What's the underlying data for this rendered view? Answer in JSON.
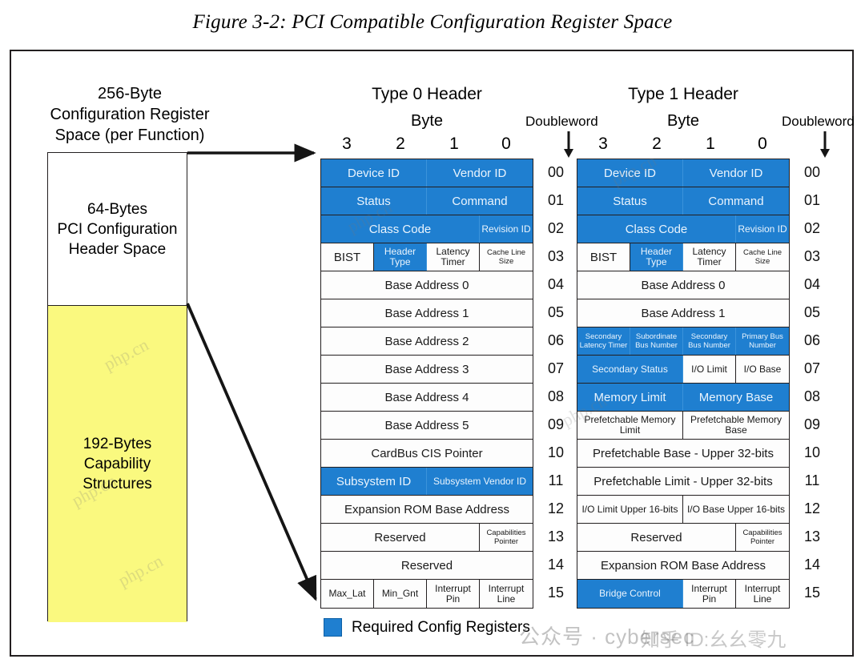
{
  "figure": {
    "title": "Figure 3-2: PCI Compatible Configuration Register Space"
  },
  "left_panel": {
    "caption": "256-Byte\nConfiguration Register\nSpace (per Function)",
    "caption_lines": [
      "256-Byte",
      "Configuration Register",
      "Space (per Function)"
    ],
    "top_region": {
      "lines": [
        "64-Bytes",
        "PCI Configuration",
        "Header Space"
      ],
      "color": "#ffffff"
    },
    "bottom_region": {
      "lines": [
        "192-Bytes",
        "Capability",
        "Structures"
      ],
      "color": "#faf97f"
    }
  },
  "legend": {
    "label": "Required Config Registers",
    "swatch_color": "#1f7fd0"
  },
  "watermarks": {
    "bottom_1": "公众号 · cybersec",
    "bottom_2": "知乎 ID:幺幺零九"
  },
  "colors": {
    "required_blue": "#1f7fd0",
    "required_text": "#eaf4fd",
    "yellow": "#faf97f",
    "border": "#231f20"
  },
  "tables": [
    {
      "title": "Type 0 Header",
      "byte_label": "Byte",
      "doubleword_label": "Doubleword",
      "byte_numbers": [
        "3",
        "2",
        "1",
        "0"
      ],
      "rows": [
        {
          "index": "00",
          "cells": [
            {
              "label": "Device ID",
              "w": 50,
              "required": true
            },
            {
              "label": "Vendor ID",
              "w": 50,
              "required": true
            }
          ]
        },
        {
          "index": "01",
          "cells": [
            {
              "label": "Status",
              "w": 50,
              "required": true
            },
            {
              "label": "Command",
              "w": 50,
              "required": true
            }
          ]
        },
        {
          "index": "02",
          "cells": [
            {
              "label": "Class Code",
              "w": 75,
              "required": true
            },
            {
              "label": "Revision ID",
              "w": 25,
              "required": true,
              "size": "sm"
            }
          ]
        },
        {
          "index": "03",
          "cells": [
            {
              "label": "BIST",
              "w": 25,
              "required": false
            },
            {
              "label": "Header Type",
              "w": 25,
              "required": true,
              "size": "sm"
            },
            {
              "label": "Latency Timer",
              "w": 25,
              "required": false,
              "size": "sm"
            },
            {
              "label": "Cache Line Size",
              "w": 25,
              "required": false,
              "size": "xs"
            }
          ]
        },
        {
          "index": "04",
          "cells": [
            {
              "label": "Base Address 0",
              "w": 100,
              "required": false
            }
          ]
        },
        {
          "index": "05",
          "cells": [
            {
              "label": "Base Address 1",
              "w": 100,
              "required": false
            }
          ]
        },
        {
          "index": "06",
          "cells": [
            {
              "label": "Base Address 2",
              "w": 100,
              "required": false
            }
          ]
        },
        {
          "index": "07",
          "cells": [
            {
              "label": "Base Address 3",
              "w": 100,
              "required": false
            }
          ]
        },
        {
          "index": "08",
          "cells": [
            {
              "label": "Base Address 4",
              "w": 100,
              "required": false
            }
          ]
        },
        {
          "index": "09",
          "cells": [
            {
              "label": "Base Address 5",
              "w": 100,
              "required": false
            }
          ]
        },
        {
          "index": "10",
          "cells": [
            {
              "label": "CardBus CIS Pointer",
              "w": 100,
              "required": false
            }
          ]
        },
        {
          "index": "11",
          "cells": [
            {
              "label": "Subsystem ID",
              "w": 50,
              "required": true
            },
            {
              "label": "Subsystem Vendor ID",
              "w": 50,
              "required": true,
              "size": "sm"
            }
          ]
        },
        {
          "index": "12",
          "cells": [
            {
              "label": "Expansion ROM Base Address",
              "w": 100,
              "required": false
            }
          ]
        },
        {
          "index": "13",
          "cells": [
            {
              "label": "Reserved",
              "w": 75,
              "required": false
            },
            {
              "label": "Capabilities Pointer",
              "w": 25,
              "required": false,
              "size": "xs"
            }
          ]
        },
        {
          "index": "14",
          "cells": [
            {
              "label": "Reserved",
              "w": 100,
              "required": false
            }
          ]
        },
        {
          "index": "15",
          "cells": [
            {
              "label": "Max_Lat",
              "w": 25,
              "required": false,
              "size": "sm"
            },
            {
              "label": "Min_Gnt",
              "w": 25,
              "required": false,
              "size": "sm"
            },
            {
              "label": "Interrupt Pin",
              "w": 25,
              "required": false,
              "size": "sm"
            },
            {
              "label": "Interrupt Line",
              "w": 25,
              "required": false,
              "size": "sm"
            }
          ]
        }
      ]
    },
    {
      "title": "Type 1 Header",
      "byte_label": "Byte",
      "doubleword_label": "Doubleword",
      "byte_numbers": [
        "3",
        "2",
        "1",
        "0"
      ],
      "rows": [
        {
          "index": "00",
          "cells": [
            {
              "label": "Device ID",
              "w": 50,
              "required": true
            },
            {
              "label": "Vendor ID",
              "w": 50,
              "required": true
            }
          ]
        },
        {
          "index": "01",
          "cells": [
            {
              "label": "Status",
              "w": 50,
              "required": true
            },
            {
              "label": "Command",
              "w": 50,
              "required": true
            }
          ]
        },
        {
          "index": "02",
          "cells": [
            {
              "label": "Class Code",
              "w": 75,
              "required": true
            },
            {
              "label": "Revision ID",
              "w": 25,
              "required": true,
              "size": "sm"
            }
          ]
        },
        {
          "index": "03",
          "cells": [
            {
              "label": "BIST",
              "w": 25,
              "required": false
            },
            {
              "label": "Header Type",
              "w": 25,
              "required": true,
              "size": "sm"
            },
            {
              "label": "Latency Timer",
              "w": 25,
              "required": false,
              "size": "sm"
            },
            {
              "label": "Cache Line Size",
              "w": 25,
              "required": false,
              "size": "xs"
            }
          ]
        },
        {
          "index": "04",
          "cells": [
            {
              "label": "Base Address 0",
              "w": 100,
              "required": false
            }
          ]
        },
        {
          "index": "05",
          "cells": [
            {
              "label": "Base Address 1",
              "w": 100,
              "required": false
            }
          ]
        },
        {
          "index": "06",
          "cells": [
            {
              "label": "Secondary Latency Timer",
              "w": 25,
              "required": true,
              "size": "xs"
            },
            {
              "label": "Subordinate Bus Number",
              "w": 25,
              "required": true,
              "size": "xs"
            },
            {
              "label": "Secondary Bus Number",
              "w": 25,
              "required": true,
              "size": "xs"
            },
            {
              "label": "Primary Bus Number",
              "w": 25,
              "required": true,
              "size": "xs"
            }
          ]
        },
        {
          "index": "07",
          "cells": [
            {
              "label": "Secondary Status",
              "w": 50,
              "required": true,
              "size": "sm"
            },
            {
              "label": "I/O Limit",
              "w": 25,
              "required": false,
              "size": "sm"
            },
            {
              "label": "I/O Base",
              "w": 25,
              "required": false,
              "size": "sm"
            }
          ]
        },
        {
          "index": "08",
          "cells": [
            {
              "label": "Memory Limit",
              "w": 50,
              "required": true
            },
            {
              "label": "Memory Base",
              "w": 50,
              "required": true
            }
          ]
        },
        {
          "index": "09",
          "cells": [
            {
              "label": "Prefetchable Memory Limit",
              "w": 50,
              "required": false,
              "size": "sm"
            },
            {
              "label": "Prefetchable Memory Base",
              "w": 50,
              "required": false,
              "size": "sm"
            }
          ]
        },
        {
          "index": "10",
          "cells": [
            {
              "label": "Prefetchable Base - Upper 32-bits",
              "w": 100,
              "required": false
            }
          ]
        },
        {
          "index": "11",
          "cells": [
            {
              "label": "Prefetchable Limit - Upper 32-bits",
              "w": 100,
              "required": false
            }
          ]
        },
        {
          "index": "12",
          "cells": [
            {
              "label": "I/O Limit Upper 16-bits",
              "w": 50,
              "required": false,
              "size": "sm"
            },
            {
              "label": "I/O Base Upper 16-bits",
              "w": 50,
              "required": false,
              "size": "sm"
            }
          ]
        },
        {
          "index": "13",
          "cells": [
            {
              "label": "Reserved",
              "w": 75,
              "required": false
            },
            {
              "label": "Capabilities Pointer",
              "w": 25,
              "required": false,
              "size": "xs"
            }
          ]
        },
        {
          "index": "14",
          "cells": [
            {
              "label": "Expansion ROM Base Address",
              "w": 100,
              "required": false
            }
          ]
        },
        {
          "index": "15",
          "cells": [
            {
              "label": "Bridge Control",
              "w": 50,
              "required": true,
              "size": "sm"
            },
            {
              "label": "Interrupt Pin",
              "w": 25,
              "required": false,
              "size": "sm"
            },
            {
              "label": "Interrupt Line",
              "w": 25,
              "required": false,
              "size": "sm"
            }
          ]
        }
      ]
    }
  ]
}
